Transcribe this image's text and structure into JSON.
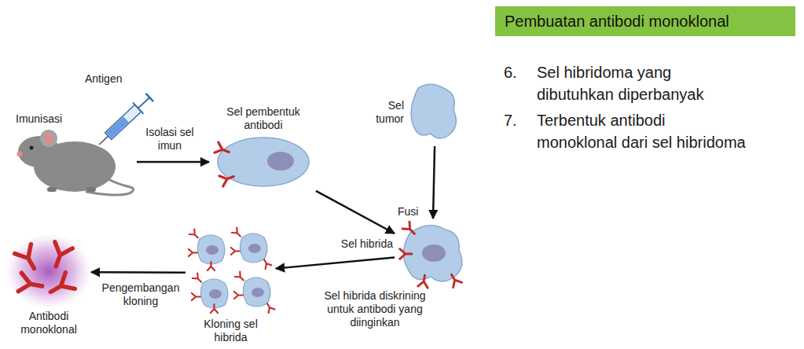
{
  "diagram": {
    "title": "Pembuatan antibodi monoklonal",
    "nodes": [
      {
        "text": [
          "Imunisasi"
        ]
      },
      {
        "text": [
          "Sel pembentuk antibodi"
        ]
      },
      {
        "text": [
          "Sel tumor"
        ]
      },
      {
        "text": [
          "Sel hibrida"
        ]
      },
      {
        "text": [
          "Kloning sel hibrida"
        ]
      },
      {
        "text": [
          "Antibodi monoklonal"
        ]
      }
    ],
    "edges": [
      {
        "from": 0,
        "to": 1,
        "arrow": "to",
        "label": "Isolasi sel imun"
      },
      {
        "from": 1,
        "to": 3,
        "arrow": "to"
      },
      {
        "from": 2,
        "to": 3,
        "arrow": "to"
      },
      {
        "from": 3,
        "to": 4,
        "arrow": "to",
        "label": "Sel hibrida diskrining untuk antibodi yang diinginkan"
      },
      {
        "from": 4,
        "to": 5,
        "arrow": "to",
        "label": "Pengembangan kloning"
      }
    ],
    "labels": [
      "Antigen",
      "Fusi",
      "6.",
      "Sel hibridoma yang dibutuhkan diperbanyak",
      "7.",
      "Terbentuk antibodi monoklonal dari sel hibridoma"
    ]
  }
}
